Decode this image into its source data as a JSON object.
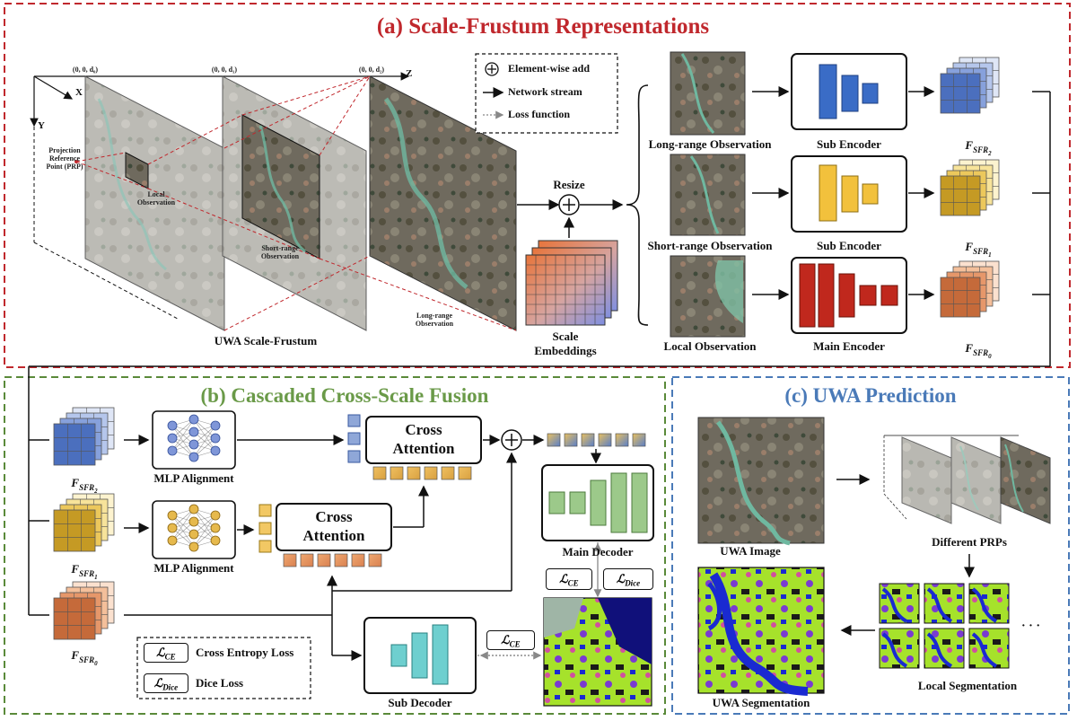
{
  "panels": {
    "a_title": "(a) Scale-Frustum Representations",
    "b_title": "(b) Cascaded Cross-Scale Fusion",
    "c_title": "(c) UWA Prediction"
  },
  "colors": {
    "panel_a_border": "#c0282d",
    "panel_b_border": "#5a8a3a",
    "panel_c_border": "#4a7ab8",
    "blue_feature": "#5b7fc4",
    "yellow_feature": "#e8c35a",
    "orange_feature": "#e0915a",
    "red_encoder": "#c0281d",
    "green_decoder": "#9cc98a",
    "teal_decoder": "#6ecfcf"
  },
  "frustum": {
    "coord_0": "(0, 0, d₀)",
    "coord_1": "(0, 0, d₁)",
    "coord_2": "(0, 0, d₂)",
    "axis_z": "Z",
    "axis_x": "X",
    "axis_y": "Y",
    "prp_label": [
      "Projection",
      "Reference",
      "Point (PRP)"
    ],
    "local_obs": [
      "Local",
      "Observation"
    ],
    "short_obs": [
      "Short-range",
      "Observation"
    ],
    "long_obs": [
      "Long-range",
      "Observation"
    ],
    "caption": "UWA Scale-Frustum"
  },
  "legend_a": {
    "add": "Element-wise add",
    "stream": "Network stream",
    "loss": "Loss function"
  },
  "resize_label": "Resize",
  "scale_embeddings": [
    "Scale",
    "Embeddings"
  ],
  "observations": {
    "long": "Long-range Observation",
    "short": "Short-range Observation",
    "local": "Local Observation"
  },
  "encoders": {
    "sub1": "Sub Encoder",
    "sub2": "Sub Encoder",
    "main": "Main Encoder"
  },
  "features": {
    "sfr2_base": "F",
    "sfr2_sub": "SFR",
    "sfr2_idx": "2",
    "sfr1_idx": "1",
    "sfr0_idx": "0"
  },
  "fusion": {
    "mlp1": "MLP Alignment",
    "mlp2": "MLP Alignment",
    "cross1": [
      "Cross",
      "Attention"
    ],
    "cross2": [
      "Cross",
      "Attention"
    ],
    "main_decoder": "Main Decoder",
    "sub_decoder": "Sub Decoder",
    "loss_ce": "ℒ",
    "loss_ce_sub": "CE",
    "loss_dice": "ℒ",
    "loss_dice_sub": "Dice"
  },
  "legend_b": {
    "ce": "Cross Entropy Loss",
    "dice": "Dice Loss"
  },
  "prediction": {
    "uwa_image": "UWA Image",
    "different_prps": "Different PRPs",
    "local_segmentation": "Local Segmentation",
    "uwa_segmentation": "UWA Segmentation",
    "ellipsis": "· · ·"
  }
}
